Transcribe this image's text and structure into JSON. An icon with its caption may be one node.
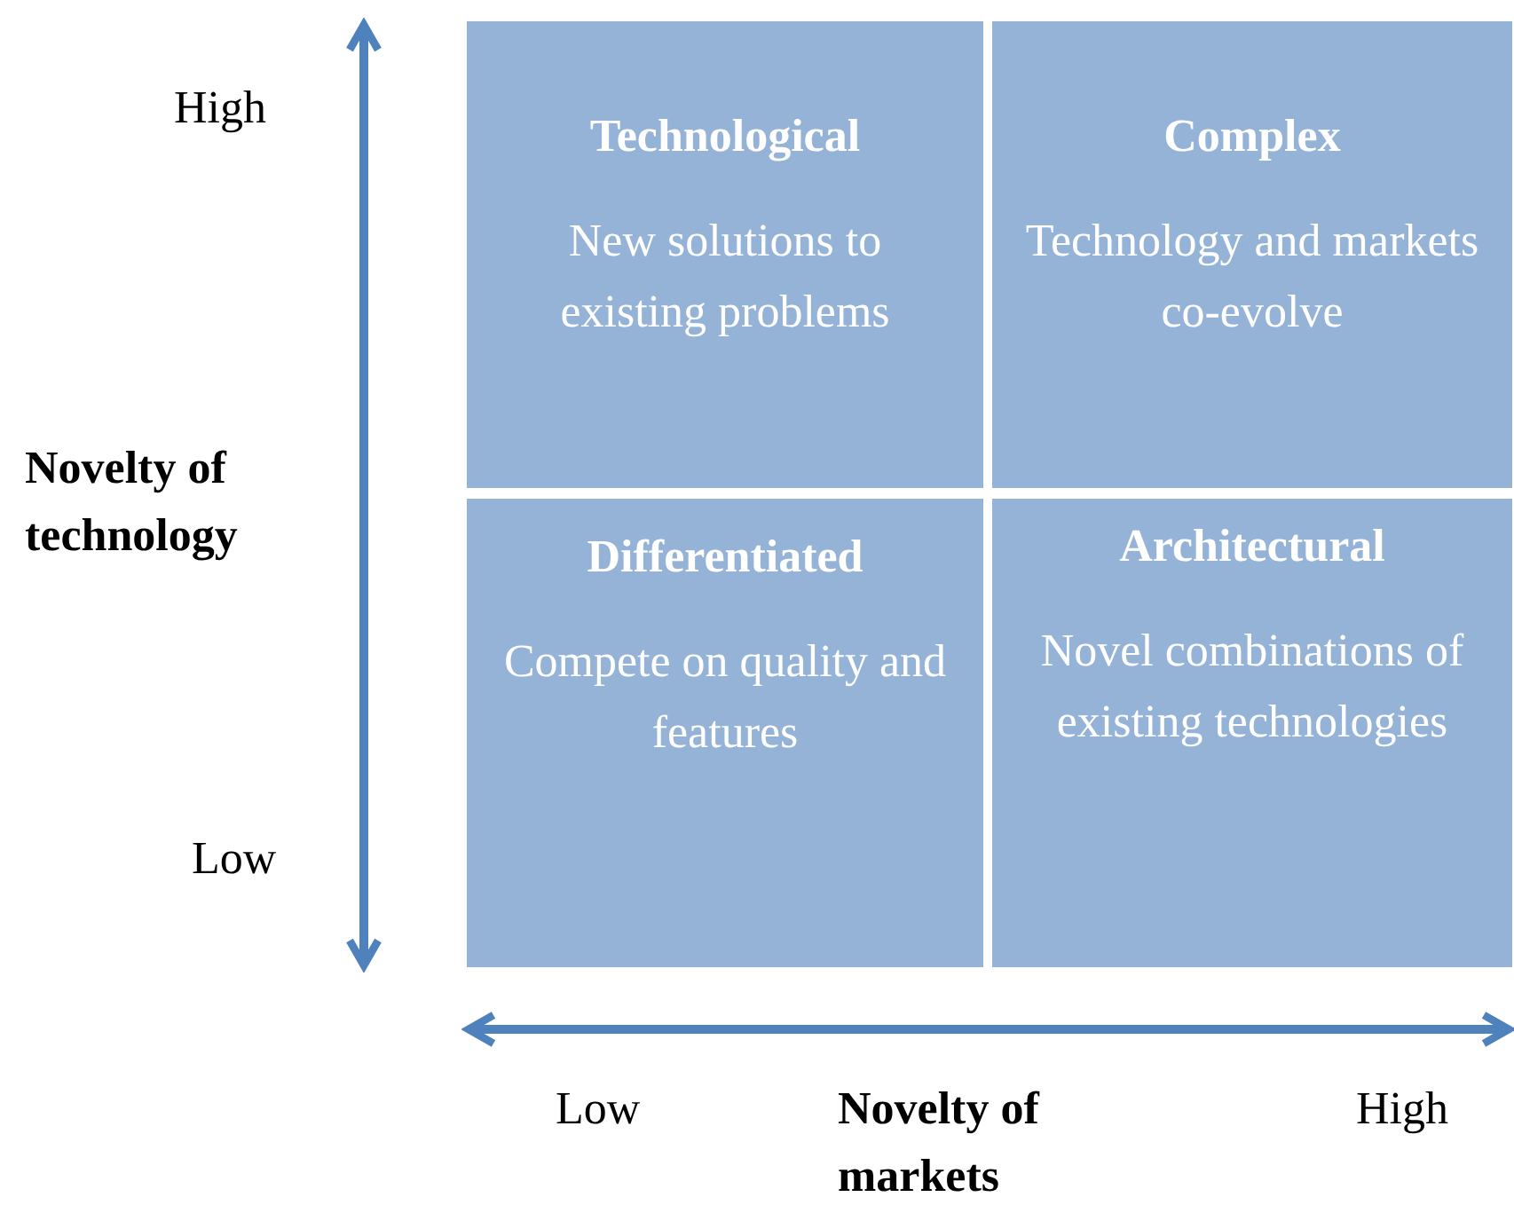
{
  "diagram": {
    "nodes": [
      {
        "text": [
          "Technological",
          "New solutions to existing problems"
        ]
      },
      {
        "text": [
          "Complex",
          "Technology and markets co-evolve"
        ]
      },
      {
        "text": [
          "Differentiated",
          "Compete on quality and features"
        ]
      },
      {
        "text": [
          "Architectural",
          "Novel combinations of existing technologies"
        ]
      }
    ],
    "labels": [
      "High",
      "Novelty of technology",
      "Low",
      "Low",
      "Novelty of markets",
      "High"
    ]
  }
}
